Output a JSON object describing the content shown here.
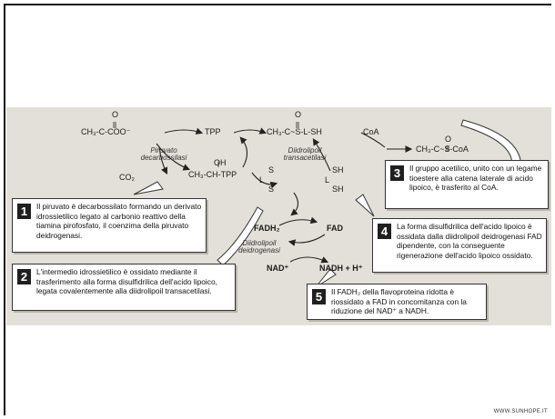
{
  "diagram": {
    "nodes": {
      "pyruvate": "CH₃-C-COO⁻",
      "tpp": "TPP",
      "acetyl_lipoamide": "CH₃-C~S-L-SH",
      "coa": "CoA",
      "acetyl_coa": "CH₃-C~S-CoA",
      "co2": "CO₂",
      "hydroxyethyl_tpp": "CH₃-CH-TPP",
      "oh": "OH",
      "sh_top": "SH",
      "sh_bottom": "SH",
      "l_right": "L",
      "s_top": "S",
      "l_left": "L",
      "s_bottom": "S",
      "fadh2": "FADH₂",
      "fad": "FAD",
      "nad": "NAD⁺",
      "nadh": "NADH + H⁺",
      "oxo1": "O",
      "oxo2": "O",
      "oxo3": "O"
    },
    "enzymes": {
      "e1": "Piruvato decarbossilasi",
      "e2": "Diidrolipoil transacetilasi",
      "e3": "Diidrolipoil deidrogenasi"
    }
  },
  "callouts": [
    {
      "number": "1",
      "text": "Il piruvato è decarbossilato formando un derivato idrossietilico legato al carbonio reattivo della tiamina pirofosfato, il coenzima della piruvato deidrogenasi."
    },
    {
      "number": "2",
      "text": "L'intermedio idrossietilico è ossidato mediante il trasferimento alla forma disulfidrilica dell'acido lipoico, legata covalentemente alla diidrolipoil transacetilasi."
    },
    {
      "number": "3",
      "text": "Il gruppo acetilico, unito con un legame tioestere alla catena laterale di acido lipoico, è trasferito al CoA."
    },
    {
      "number": "4",
      "text": "La forma disulfidrilica dell'acido lipoico è ossidata dalla diidrolipoil deidrogenasi FAD dipendente, con la conseguente rigenerazione dell'acido lipoico ossidato."
    },
    {
      "number": "5",
      "text": "Il FADH₂ della flavoproteina ridotta è riossidato a FAD in concomitanza con la riduzione del NAD⁺ a NADH."
    }
  ],
  "footer": "WWW.SUNHOPE.IT"
}
